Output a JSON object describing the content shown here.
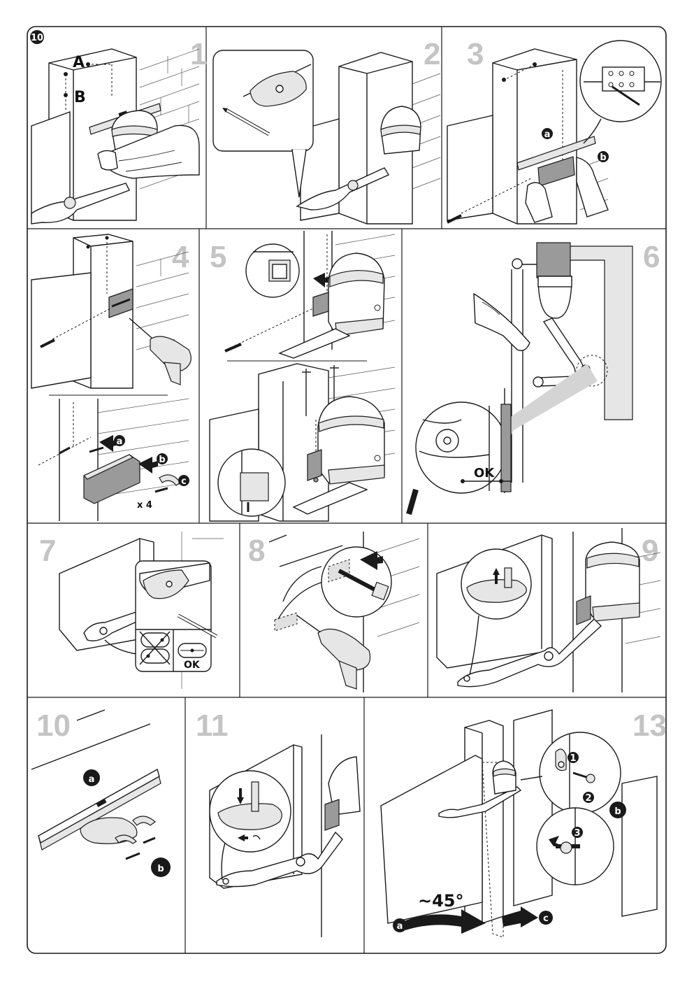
{
  "figure": {
    "badge": "10",
    "panels": [
      {
        "number": "1",
        "labels": [
          "A",
          "B"
        ]
      },
      {
        "number": "2",
        "labels": []
      },
      {
        "number": "3",
        "labels": [
          "a",
          "b"
        ]
      },
      {
        "number": "4",
        "labels": [
          "a",
          "b",
          "c",
          "x 4"
        ]
      },
      {
        "number": "5",
        "labels": []
      },
      {
        "number": "6",
        "labels": [
          "OK"
        ]
      },
      {
        "number": "7",
        "labels": [
          "OK"
        ]
      },
      {
        "number": "8",
        "labels": []
      },
      {
        "number": "9",
        "labels": []
      },
      {
        "number": "10",
        "labels": [
          "a",
          "b"
        ]
      },
      {
        "number": "11",
        "labels": []
      },
      {
        "number": "13",
        "labels": [
          "1",
          "2",
          "3",
          "b",
          "~45°",
          "a",
          "c"
        ]
      }
    ]
  },
  "colors": {
    "line": "#1a1a1a",
    "panel_number": "#c4c4c4",
    "shade": "#e6e6e6",
    "dark_shade": "#9a9a9a"
  },
  "icons": [
    "spirit-level-icon",
    "pencil-icon",
    "drill-icon",
    "gate-motor-icon",
    "bracket-icon",
    "screw-icon",
    "wrench-icon",
    "key-icon",
    "magnifier-icon"
  ]
}
